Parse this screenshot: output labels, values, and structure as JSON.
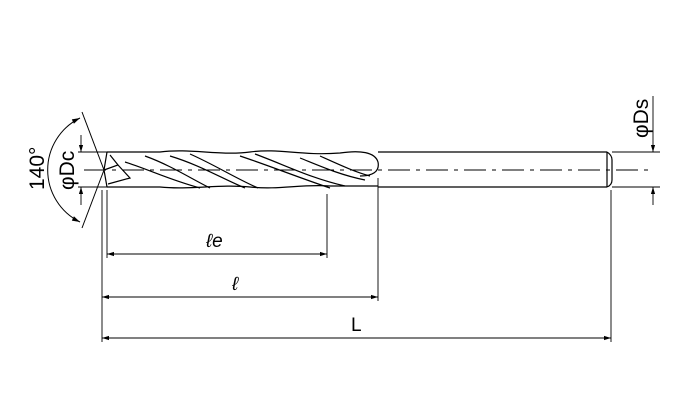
{
  "labels": {
    "angle": "140°",
    "cutting_diameter": "φDc",
    "shank_diameter": "φDs",
    "effective_length": "ℓe",
    "flute_length": "ℓ",
    "overall_length": "L"
  },
  "colors": {
    "line": "#000000",
    "background": "#ffffff"
  }
}
